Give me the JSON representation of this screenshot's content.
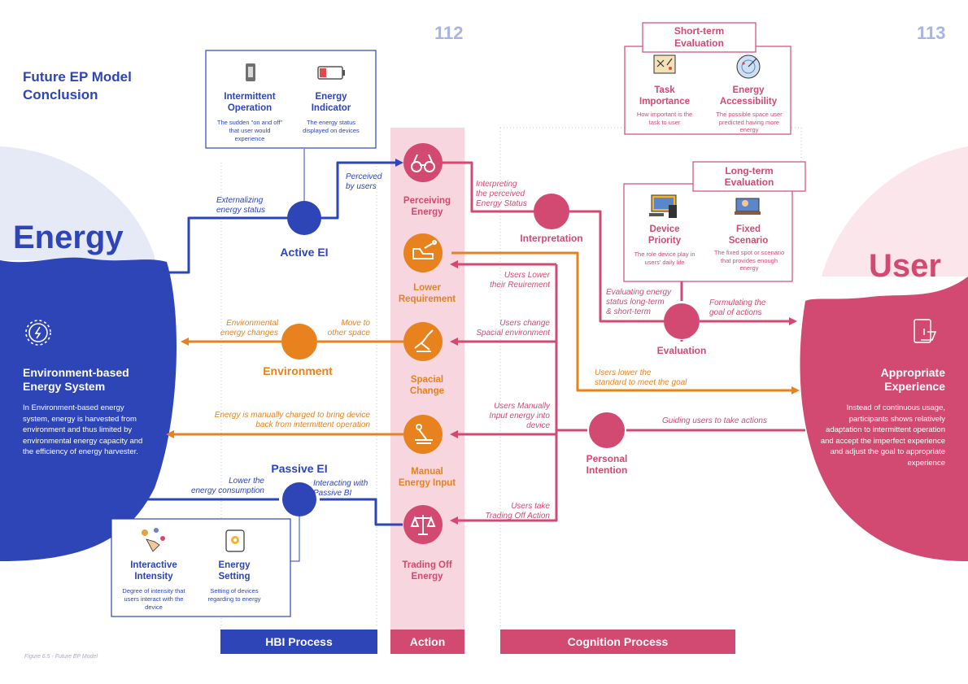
{
  "page": {
    "title": "Future EP Model\nConclusion",
    "page_left": "112",
    "page_right": "113",
    "caption": "Figure 6.5 - Future EP Model"
  },
  "colors": {
    "blue": "#2d45b7",
    "pink": "#d24a72",
    "orange": "#e8821e",
    "light_pink": "#f7d6df",
    "light_blue": "#e6e9f6"
  },
  "energy": {
    "big_label": "Energy",
    "icon": "gear-energy-icon",
    "heading": "Environment-based\nEnergy System",
    "body": "In Environment-based energy system, energy is harvested from environment and thus limited by environmental energy capacity and the efficiency of energy harvester."
  },
  "user": {
    "big_label": "User",
    "icon": "tablet-touch-icon",
    "heading": "Appropriate\nExperience",
    "body": "Instead of continuous usage, participants shows relatively adaptation to intermittent operation and accept the imperfect experience and adjust the goal to appropriate experience"
  },
  "active_box": {
    "items": [
      {
        "icon": "phone-off-icon",
        "title": "Intermittent\nOperation",
        "desc": "The sudden \"on and off\" that user would experience"
      },
      {
        "icon": "low-battery-icon",
        "title": "Energy\nIndicator",
        "desc": "The energy status displayed on devices"
      }
    ]
  },
  "passive_box": {
    "items": [
      {
        "icon": "touch-dots-icon",
        "title": "Interactive\nIntensity",
        "desc": "Degree of intensity that users interact with the device"
      },
      {
        "icon": "phone-settings-icon",
        "title": "Energy\nSetting",
        "desc": "Setting of devices regarding to energy"
      }
    ]
  },
  "short_term": {
    "title": "Short-term\nEvaluation",
    "items": [
      {
        "icon": "strategy-board-icon",
        "title": "Task\nImportance",
        "desc": "How important is the task to user"
      },
      {
        "icon": "radar-icon",
        "title": "Energy\nAccessibility",
        "desc": "The possible space user predicted having more energy"
      }
    ]
  },
  "long_term": {
    "title": "Long-term\nEvaluation",
    "items": [
      {
        "icon": "devices-icon",
        "title": "Device\nPriority",
        "desc": "The role device play in users' daily life"
      },
      {
        "icon": "workspace-icon",
        "title": "Fixed\nScenario",
        "desc": "The fixed spot or scenario that provides enough energy"
      }
    ]
  },
  "nodes": {
    "active_ei": "Active EI",
    "passive_ei": "Passive EI",
    "environment": "Environment",
    "interpretation": "Interpretation",
    "evaluation": "Evaluation",
    "personal_intention": "Personal\nIntention"
  },
  "actions": [
    {
      "icon": "binoculars-icon",
      "label": "Perceiving\nEnergy"
    },
    {
      "icon": "hand-lower-icon",
      "label": "Lower\nRequirement"
    },
    {
      "icon": "walking-icon",
      "label": "Spacial\nChange"
    },
    {
      "icon": "lever-icon",
      "label": "Manual\nEnergy Input"
    },
    {
      "icon": "scale-icon",
      "label": "Trading Off\nEnergy"
    }
  ],
  "arrow_labels": {
    "externalizing": "Externalizing\nenergy status",
    "perceived": "Perceived\nby users",
    "interpreting": "Interpreting\nthe perceived\nEnergy Status",
    "evaluating": "Evaluating energy\nstatus long-term\n& short-term",
    "formulating": "Formulating the\ngoal of actions",
    "users_lower_req": "Users Lower\ntheir Reuirement",
    "users_change": "Users change\nSpacial environment",
    "users_manually": "Users Manually\nInput energy into\ndevice",
    "users_trading": "Users take\nTrading Off Action",
    "users_lower_std": "Users lower the\nstandard to meet the goal",
    "guiding": "Guiding users to take actions",
    "env_changes": "Environmental\nenergy changes",
    "move": "Move to\nother space",
    "manual_charge": "Energy is manually charged to bring device\nback from intermittent operation",
    "lower_consumption": "Lower the\nenergy consumption",
    "interacting": "Interacting with\nPassive BI"
  },
  "footer": {
    "hbi": "HBI Process",
    "action": "Action",
    "cognition": "Cognition Process"
  }
}
